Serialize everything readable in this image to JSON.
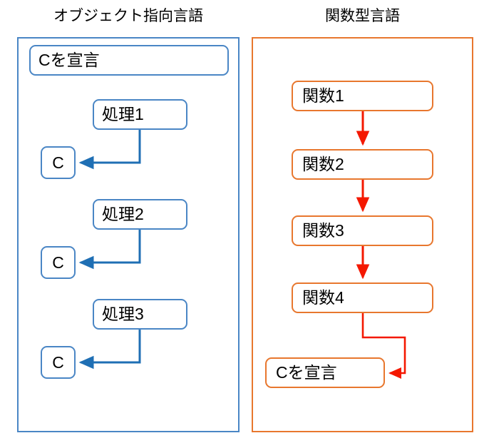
{
  "diagram": {
    "type": "comparison-flow-diagram",
    "colors": {
      "oo_accent": "#4a86c5",
      "fn_accent": "#e8772e",
      "arrow_blue": "#1f6fb4",
      "arrow_red": "#f41800",
      "background": "#ffffff",
      "text": "#000000"
    },
    "panels": [
      {
        "id": "object-oriented",
        "title": "オブジェクト指向言語",
        "accent": "#4a86c5",
        "nodes": [
          {
            "id": "oo-declare",
            "label": "Cを宣言",
            "kind": "wide"
          },
          {
            "id": "oo-proc-1",
            "label": "処理1",
            "kind": "process"
          },
          {
            "id": "oo-obj-1",
            "label": "C",
            "kind": "object"
          },
          {
            "id": "oo-proc-2",
            "label": "処理2",
            "kind": "process"
          },
          {
            "id": "oo-obj-2",
            "label": "C",
            "kind": "object"
          },
          {
            "id": "oo-proc-3",
            "label": "処理3",
            "kind": "process"
          },
          {
            "id": "oo-obj-3",
            "label": "C",
            "kind": "object"
          }
        ],
        "edges": [
          {
            "from": "oo-proc-1",
            "to": "oo-obj-1",
            "color": "#1f6fb4",
            "style": "elbow-down-left"
          },
          {
            "from": "oo-proc-2",
            "to": "oo-obj-2",
            "color": "#1f6fb4",
            "style": "elbow-down-left"
          },
          {
            "from": "oo-proc-3",
            "to": "oo-obj-3",
            "color": "#1f6fb4",
            "style": "elbow-down-left"
          }
        ]
      },
      {
        "id": "functional",
        "title": "関数型言語",
        "accent": "#e8772e",
        "nodes": [
          {
            "id": "fn-1",
            "label": "関数1",
            "kind": "function"
          },
          {
            "id": "fn-2",
            "label": "関数2",
            "kind": "function"
          },
          {
            "id": "fn-3",
            "label": "関数3",
            "kind": "function"
          },
          {
            "id": "fn-4",
            "label": "関数4",
            "kind": "function"
          },
          {
            "id": "fn-declare",
            "label": "Cを宣言",
            "kind": "declare"
          }
        ],
        "edges": [
          {
            "from": "fn-1",
            "to": "fn-2",
            "color": "#f41800",
            "style": "straight-down"
          },
          {
            "from": "fn-2",
            "to": "fn-3",
            "color": "#f41800",
            "style": "straight-down"
          },
          {
            "from": "fn-3",
            "to": "fn-4",
            "color": "#f41800",
            "style": "straight-down"
          },
          {
            "from": "fn-4",
            "to": "fn-declare",
            "color": "#f41800",
            "style": "elbow-down-right-down-left"
          }
        ]
      }
    ]
  }
}
